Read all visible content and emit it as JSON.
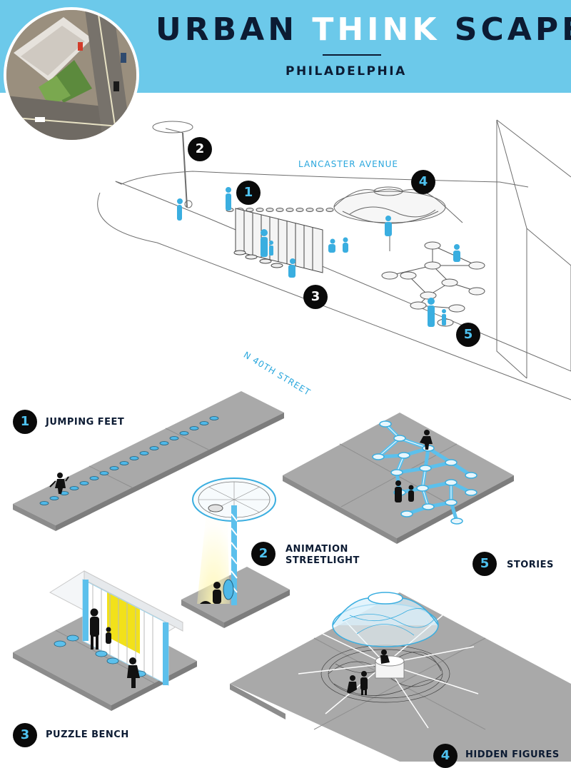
{
  "header": {
    "title_part1": "URBAN ",
    "title_highlight": "THINK",
    "title_part2": " SCAPE",
    "subtitle": "PHILADELPHIA",
    "background_color": "#6cc9ea",
    "highlight_color": "#ffffff"
  },
  "streets": {
    "lancaster": "LANCASTER AVENUE",
    "n40th": "N 40TH STREET"
  },
  "site_markers": [
    "1",
    "2",
    "3",
    "4",
    "5"
  ],
  "features": [
    {
      "number": "1",
      "name": "JUMPING FEET"
    },
    {
      "number": "2",
      "name_line1": "ANIMATION",
      "name_line2": "STREETLIGHT"
    },
    {
      "number": "3",
      "name": "PUZZLE BENCH"
    },
    {
      "number": "4",
      "name": "HIDDEN FIGURES"
    },
    {
      "number": "5",
      "name": "STORIES"
    }
  ],
  "colors": {
    "accent_blue": "#2aa7dd",
    "figure_blue": "#3aaee0",
    "marker_fill": "#0a0a0a",
    "marker_text_blue": "#4fc2f0",
    "pavement": "#a9a9a9",
    "bench_yellow": "#f2e11a"
  },
  "icons": [
    "aerial-photo",
    "person-silhouette",
    "streetlight",
    "dome-structure",
    "bench-panels"
  ]
}
